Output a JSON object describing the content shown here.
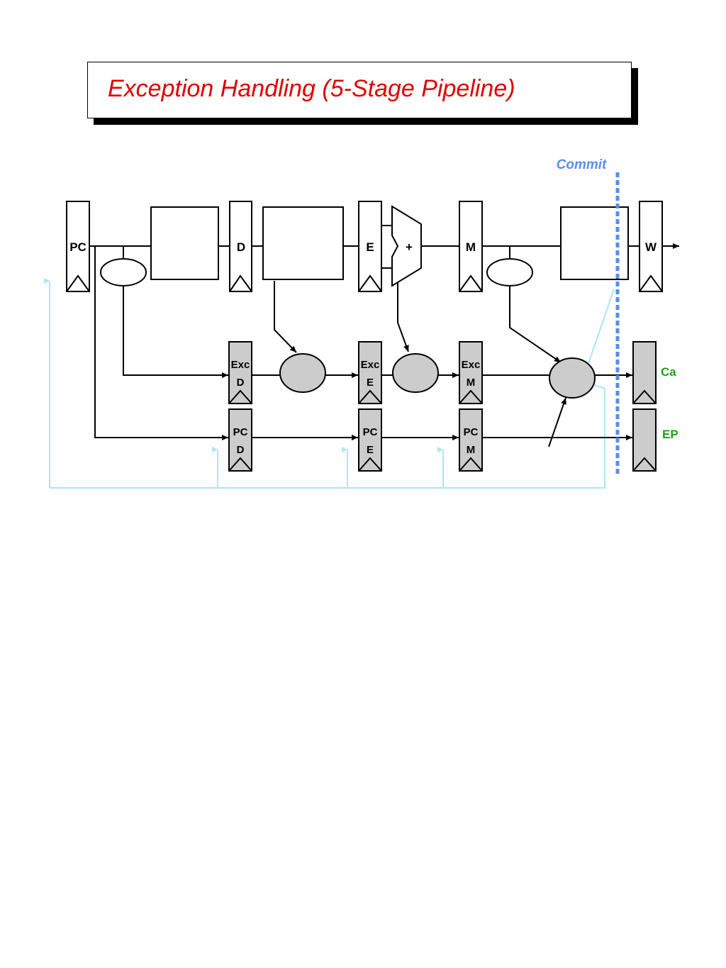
{
  "title": {
    "text": "Exception Handling (5-Stage Pipeline)",
    "color": "#e00000"
  },
  "commit": {
    "label": "Commit",
    "color": "#5b8def"
  },
  "pipeline": {
    "pc_label": "PC",
    "decode_label": "D",
    "execute_label": "E",
    "adder_label": "+",
    "memory_label": "M",
    "writeback_label": "W"
  },
  "exc_registers": [
    {
      "top": "Exc",
      "bottom": "D"
    },
    {
      "top": "Exc",
      "bottom": "E"
    },
    {
      "top": "Exc",
      "bottom": "M"
    }
  ],
  "pc_registers": [
    {
      "top": "PC",
      "bottom": "D"
    },
    {
      "top": "PC",
      "bottom": "E"
    },
    {
      "top": "PC",
      "bottom": "M"
    }
  ],
  "outputs": {
    "cause_label": "Ca",
    "epc_label": "EP",
    "color": "#1aa31a"
  },
  "colors": {
    "kill_line": "#a8e8f8",
    "register_fill": "#cccccc",
    "gate_fill": "#cccccc"
  }
}
